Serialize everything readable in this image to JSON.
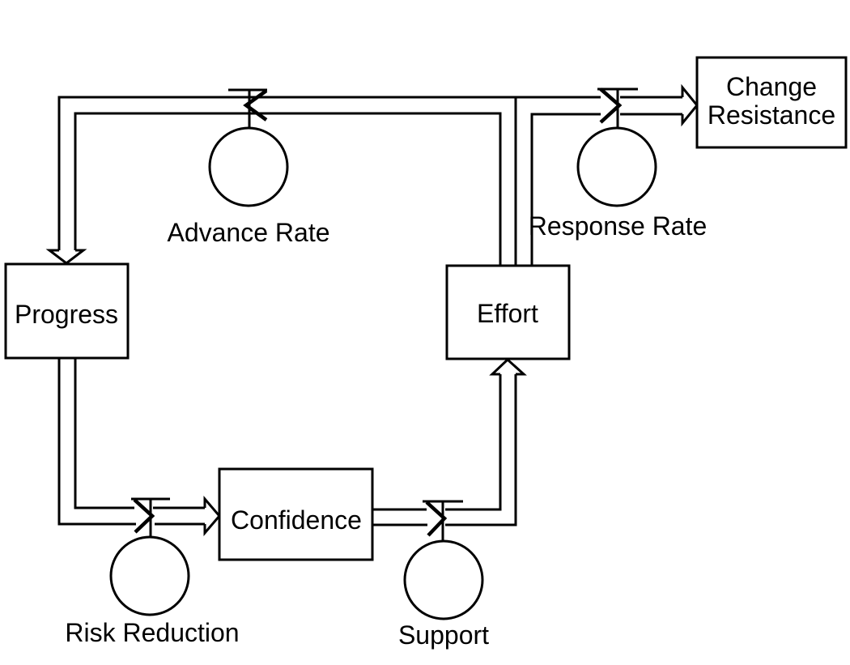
{
  "colors": {
    "stroke": "#000000",
    "background": "#ffffff"
  },
  "diagram": {
    "type": "stock-and-flow",
    "stocks": [
      {
        "id": "progress",
        "label": "Progress"
      },
      {
        "id": "effort",
        "label": "Effort"
      },
      {
        "id": "change-resistance",
        "label": "Change Resistance",
        "lines": [
          "Change",
          "Resistance"
        ]
      },
      {
        "id": "confidence",
        "label": "Confidence"
      }
    ],
    "flows": [
      {
        "id": "advance-rate",
        "label": "Advance Rate",
        "from": "effort",
        "to": "progress",
        "direction": "left"
      },
      {
        "id": "response-rate",
        "label": "Response Rate",
        "from": "effort",
        "to": "change-resistance",
        "direction": "right"
      },
      {
        "id": "risk-reduction",
        "label": "Risk Reduction",
        "from": "progress",
        "to": "confidence",
        "direction": "right"
      },
      {
        "id": "support",
        "label": "Support",
        "from": "confidence",
        "to": "effort",
        "direction": "right"
      }
    ]
  }
}
